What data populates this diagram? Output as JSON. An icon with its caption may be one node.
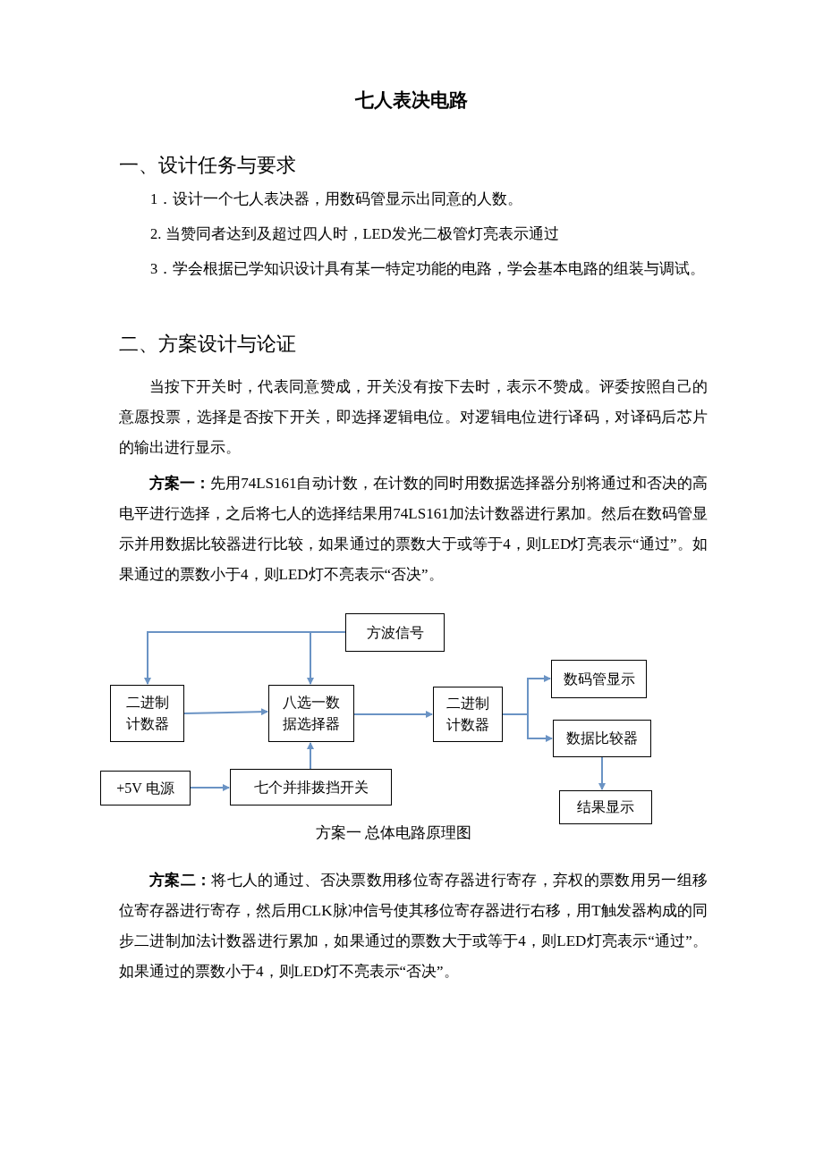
{
  "diagram": {
    "title": "七人表决电路",
    "caption": "方案一 总体电路原理图",
    "nodes": [
      {
        "text": [
          "方波信号"
        ]
      },
      {
        "text": [
          "二进制计数器"
        ]
      },
      {
        "text": [
          "八选一数据选择器"
        ]
      },
      {
        "text": [
          "二进制计数器"
        ]
      },
      {
        "text": [
          "数码管显示"
        ]
      },
      {
        "text": [
          "数据比较器"
        ]
      },
      {
        "text": [
          "+5V 电源"
        ]
      },
      {
        "text": [
          "七个并排拨挡开关"
        ]
      },
      {
        "text": [
          "结果显示"
        ]
      }
    ],
    "edges": [
      {
        "from": 0,
        "to": 1,
        "arrow": "to"
      },
      {
        "from": 0,
        "to": 2,
        "arrow": "to"
      },
      {
        "from": 1,
        "to": 2,
        "arrow": "to"
      },
      {
        "from": 7,
        "to": 2,
        "arrow": "to"
      },
      {
        "from": 6,
        "to": 7,
        "arrow": "to"
      },
      {
        "from": 2,
        "to": 3,
        "arrow": "to"
      },
      {
        "from": 3,
        "to": 4,
        "arrow": "to"
      },
      {
        "from": 3,
        "to": 5,
        "arrow": "to"
      },
      {
        "from": 5,
        "to": 8,
        "arrow": "to"
      }
    ],
    "labels": [
      "一、设计任务与要求",
      "1．设计一个七人表决器，用数码管显示出同意的人数。",
      "2. 当赞同者达到及超过四人时，LED发光二极管灯亮表示通过",
      "3．学会根据已学知识设计具有某一特定功能的电路，学会基本电路的组装与调试。",
      "二、方案设计与论证",
      "当按下开关时，代表同意赞成，开关没有按下去时，表示不赞成。评委按照自己的意愿投票，选择是否按下开关，即选择逻辑电位。对逻辑电位进行译码，对译码后芯片的输出进行显示。",
      "**方案一：**先用74LS161自动计数，在计数的同时用数据选择器分别将通过和否决的高电平进行选择，之后将七人的选择结果用74LS161加法计数器进行累加。然后在数码管显示并用数据比较器进行比较，如果通过的票数大于或等于4，则LED灯亮表示“通过”。如果通过的票数小于4，则LED灯不亮表示“否决”。",
      "**方案二：**将七人的通过、否决票数用移位寄存器进行寄存，弃权的票数用另一组移位寄存器进行寄存，然后用CLK脉冲信号使其移位寄存器进行右移，用T触发器构成的同步二进制加法计数器进行累加，如果通过的票数大于或等于4，则LED灯亮表示“通过”。如果通过的票数小于4，则LED灯不亮表示“否决”。"
    ]
  }
}
